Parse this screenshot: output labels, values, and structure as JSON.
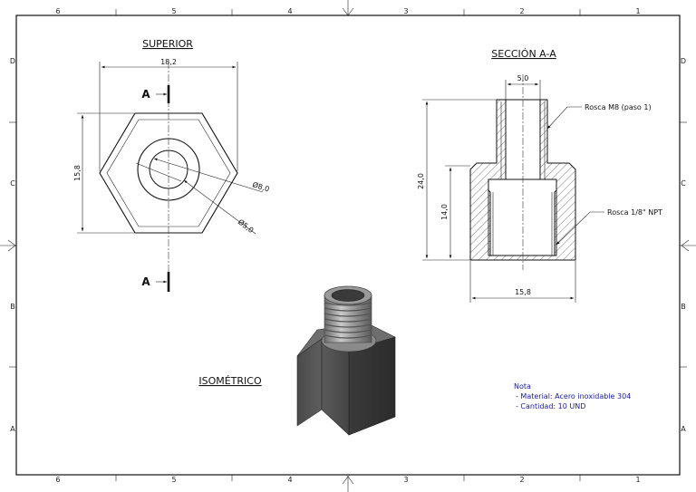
{
  "frame": {
    "zones_horizontal": [
      "6",
      "5",
      "4",
      "3",
      "2",
      "1"
    ],
    "zones_vertical": [
      "D",
      "C",
      "B",
      "A"
    ]
  },
  "views": {
    "top_title": "SUPERIOR",
    "section_title": "SECCIÓN A-A",
    "iso_title": "ISOMÉTRICO"
  },
  "top_view": {
    "dim_width": "18,2",
    "dim_height": "15,8",
    "dim_outer_dia": "Ø8,0",
    "dim_inner_dia": "Ø5,0",
    "cut_letter_top": "A",
    "cut_letter_bottom": "A"
  },
  "section_view": {
    "dim_top_width": "5,0",
    "dim_total_height": "24,0",
    "dim_body_height": "14,0",
    "dim_bottom_width": "15,8",
    "thread_top_label": "Rosca M8 (paso 1)",
    "thread_bottom_label": "Rosca 1/8\" NPT"
  },
  "note": {
    "title": "Nota",
    "lines": [
      "- Material: Acero inoxidable 304",
      "- Cantidad: 10 UND"
    ]
  },
  "colors": {
    "line": "#111111",
    "note_text": "#1a1aa0",
    "metal_dark": "#3c3c3c",
    "metal_light": "#a8a8a8"
  }
}
